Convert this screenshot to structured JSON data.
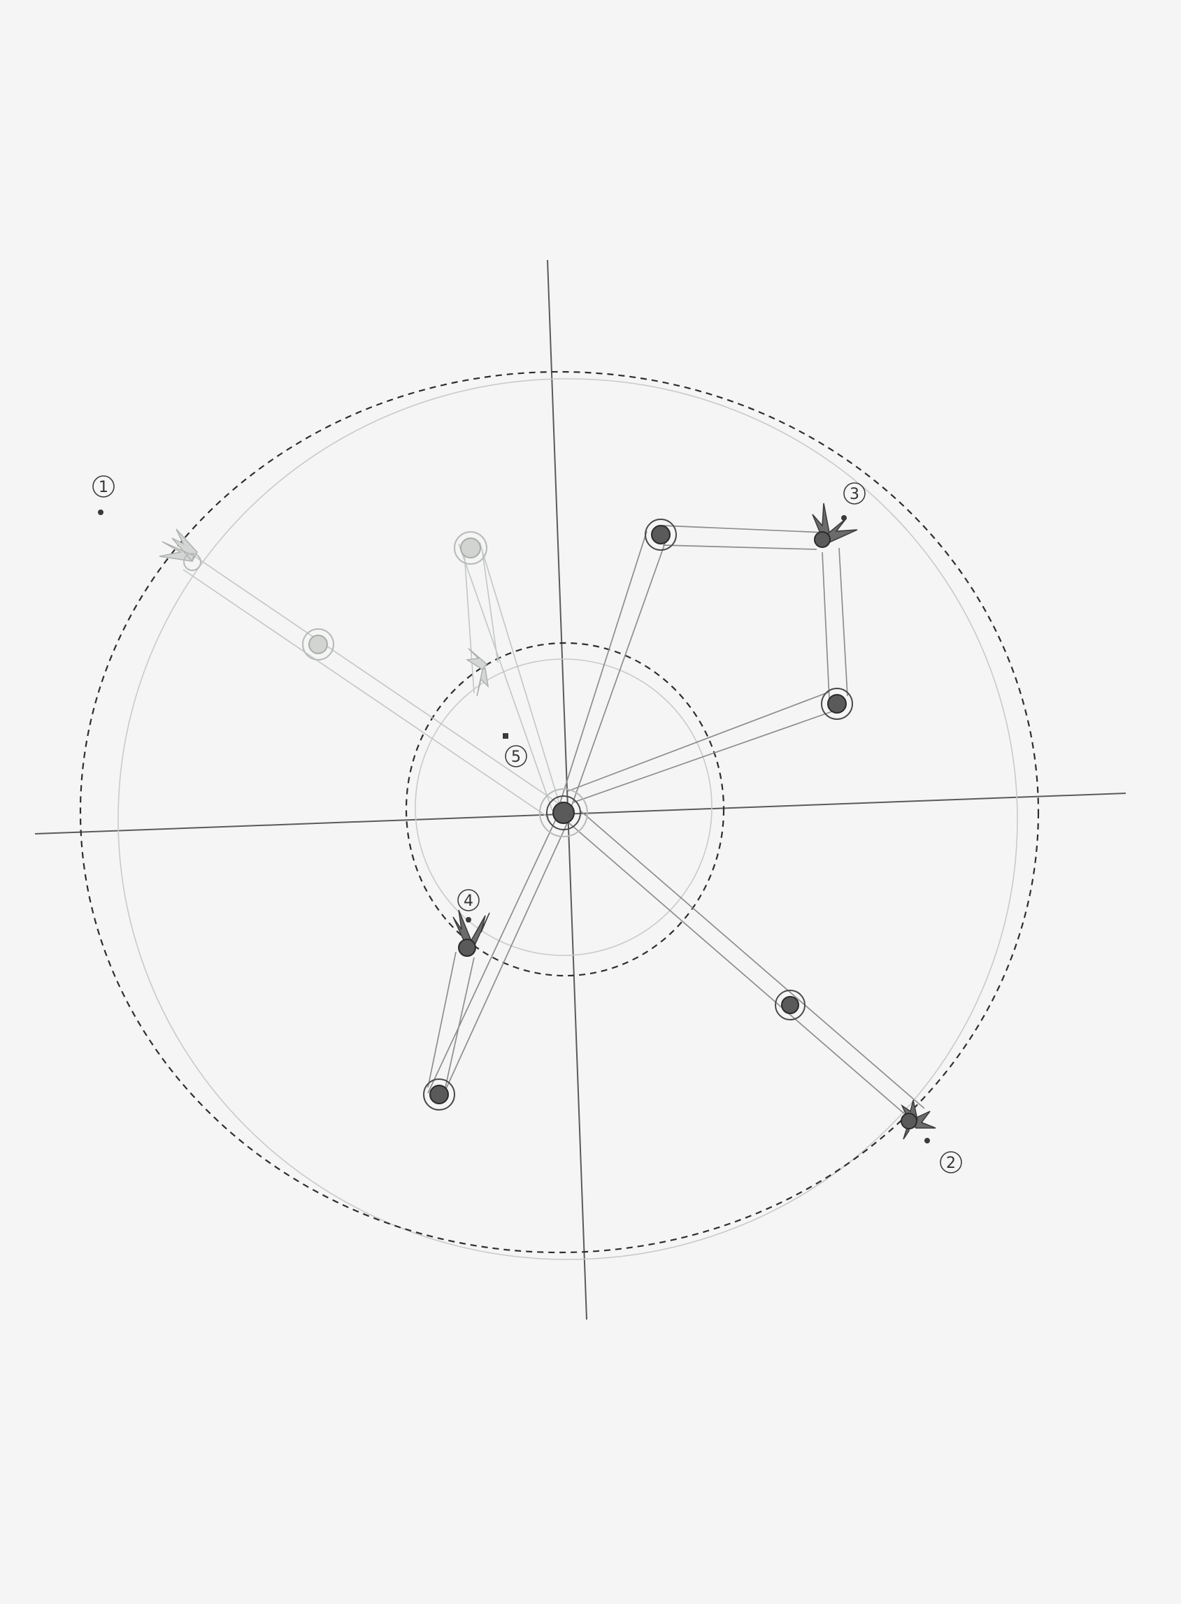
{
  "labels": {
    "t1": "1",
    "t2": "2",
    "t3": "3",
    "t4": "4",
    "t5": "5"
  },
  "colors": {
    "paper": "#f4f5f4",
    "pencil": "#5a5a5a",
    "pencil_faint": "#c3c6c4"
  },
  "icons": {
    "joint": "joint-icon",
    "gripper": "gripper-claw-icon",
    "target": "target-dot-icon"
  }
}
